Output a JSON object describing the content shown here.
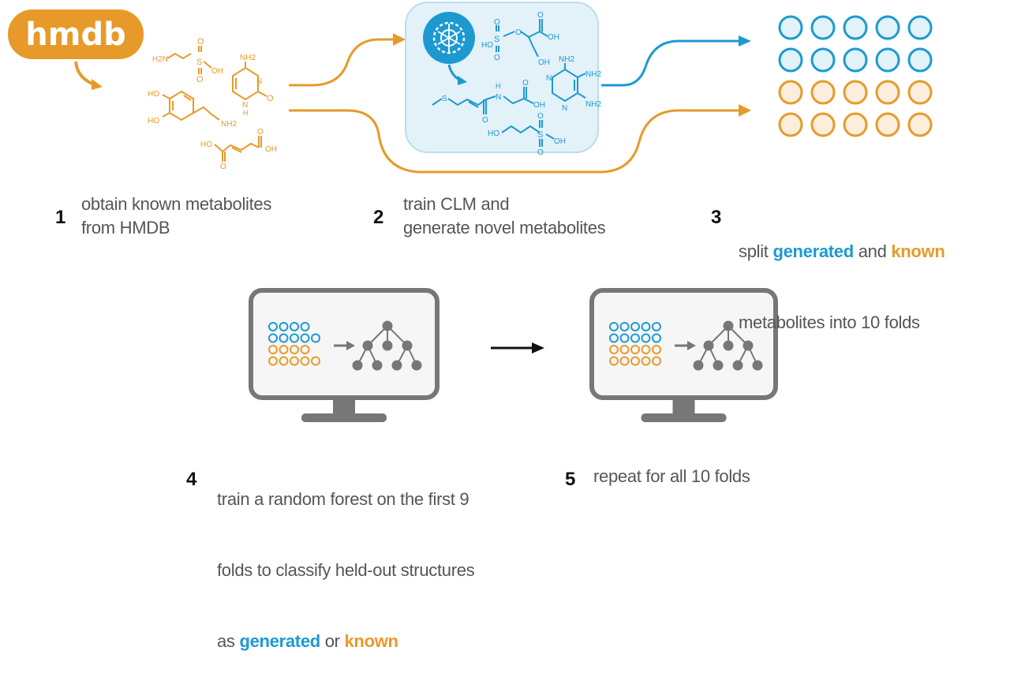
{
  "colors": {
    "orange": "#e79a2a",
    "blue": "#1c9ad0",
    "light_blue_fill": "#e3f1f9",
    "light_orange_fill": "#fbeedd",
    "gray": "#777777",
    "monitor_screen": "#f6f6f6"
  },
  "logo": {
    "text": "hmdb"
  },
  "molecules": {
    "known": [
      {
        "labels": [
          "H2N",
          "S",
          "O",
          "O",
          "OH"
        ],
        "name": "taurine"
      },
      {
        "labels": [
          "NH2",
          "N",
          "N",
          "H",
          "O"
        ],
        "name": "cytosine"
      },
      {
        "labels": [
          "HO",
          "HO",
          "NH2"
        ],
        "name": "dopamine"
      },
      {
        "labels": [
          "HO",
          "O",
          "O",
          "OH"
        ],
        "name": "fumaric-acid"
      }
    ],
    "generated": [
      {
        "labels": [
          "HO",
          "S",
          "O",
          "O",
          "O",
          "O",
          "OH",
          "OH"
        ]
      },
      {
        "labels": [
          "S",
          "H",
          "N",
          "O",
          "O",
          "OH"
        ]
      },
      {
        "labels": [
          "NH2",
          "NH2",
          "NH2",
          "N",
          "N"
        ]
      },
      {
        "labels": [
          "HO",
          "S",
          "O",
          "O",
          "OH"
        ]
      }
    ]
  },
  "folds": {
    "generated_rows": 2,
    "known_rows": 2,
    "columns": 5
  },
  "steps": [
    {
      "number": "1",
      "lines": [
        "obtain known metabolites",
        "from HMDB"
      ]
    },
    {
      "number": "2",
      "lines": [
        "train CLM and",
        "generate novel metabolites"
      ]
    },
    {
      "number": "3",
      "line1_prefix": "split ",
      "line1_generated": "generated",
      "line1_mid": " and ",
      "line1_known": "known",
      "line2": "metabolites into 10 folds"
    },
    {
      "number": "4",
      "line1": "train a random forest on the first 9",
      "line2": "folds to classify held-out structures",
      "line3_prefix": "as ",
      "line3_generated": "generated",
      "line3_mid": " or ",
      "line3_known": "known"
    },
    {
      "number": "5",
      "lines": [
        "repeat for all 10 folds"
      ]
    }
  ],
  "monitors": [
    {
      "name": "monitor-fold-1",
      "dots_rows": [
        {
          "color": "blue",
          "count": 4
        },
        {
          "color": "blue",
          "count": 5
        },
        {
          "color": "orange",
          "count": 4
        },
        {
          "color": "orange",
          "count": 5
        }
      ]
    },
    {
      "name": "monitor-fold-repeat",
      "dots_rows": [
        {
          "color": "blue",
          "count": 5
        },
        {
          "color": "blue",
          "count": 5
        },
        {
          "color": "orange",
          "count": 5
        },
        {
          "color": "orange",
          "count": 5
        }
      ]
    }
  ]
}
